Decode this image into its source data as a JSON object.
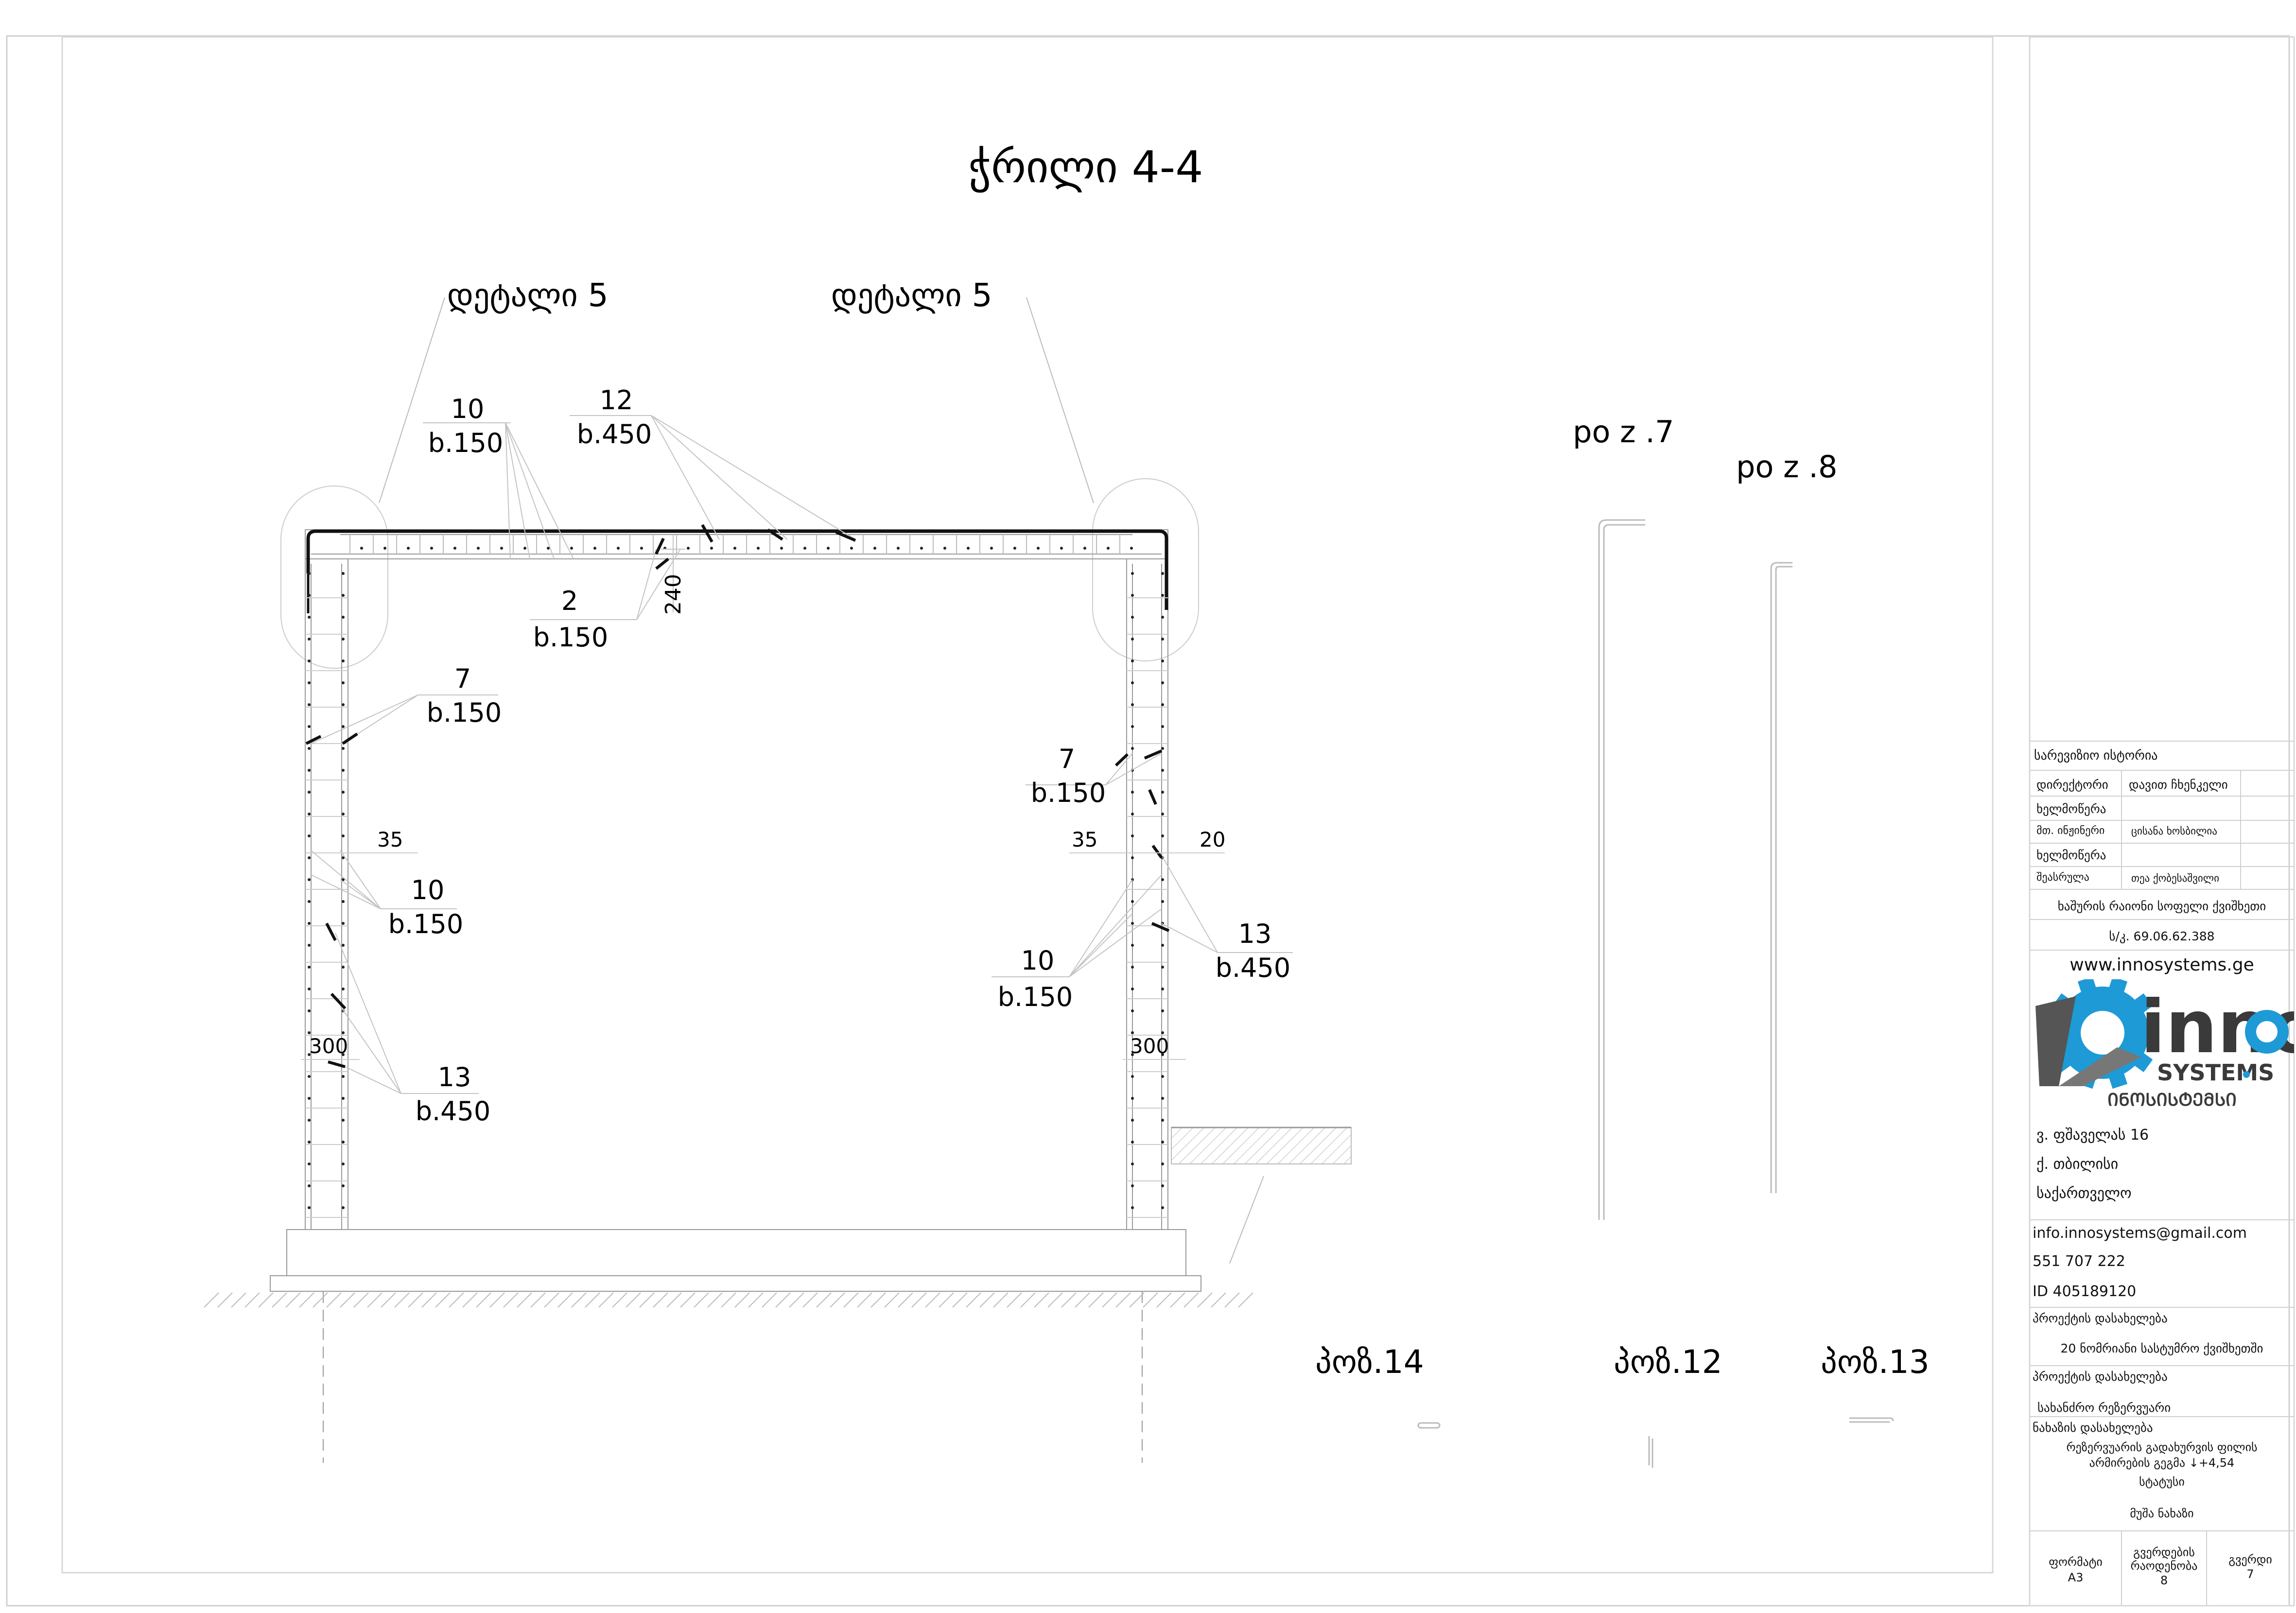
{
  "drawing": {
    "title": "ჭრილი 4-4",
    "detail_left": "დეტალი 5",
    "detail_right": "დეტალი 5",
    "callouts": [
      {
        "n": "10",
        "b": "b.150"
      },
      {
        "n": "12",
        "b": "b.450"
      },
      {
        "n": "2",
        "b": "b.150"
      },
      {
        "n": "7",
        "b": "b.150"
      },
      {
        "n": "10",
        "b": "b.150"
      },
      {
        "n": "13",
        "b": "b.450"
      },
      {
        "n": "7",
        "b": "b.150"
      },
      {
        "n": "10",
        "b": "b.150"
      },
      {
        "n": "13",
        "b": "b.450"
      }
    ],
    "dims": {
      "slab_thickness": "240",
      "d35_left": "35",
      "d300_left": "300",
      "d35_right": "35",
      "d20_right": "20",
      "d300_right": "300"
    },
    "pos_labels": [
      "po z .7",
      "po z .8"
    ],
    "bottom_labels": [
      "პოზ.14",
      "პოზ.12",
      "პოზ.13"
    ]
  },
  "title_block": {
    "history_title": "სარევიზიო ისტორია",
    "rows": [
      {
        "label": "დირექტორი",
        "value": "დავით ჩხენკელი"
      },
      {
        "label": "ხელმოწერა",
        "value": ""
      },
      {
        "label": "მთ. ინჟინერი",
        "value": "ცისანა ხოსბილია"
      },
      {
        "label": "ხელმოწერა",
        "value": ""
      },
      {
        "label": "შეასრულა",
        "value": "თეა ქობესაშვილი"
      }
    ],
    "location": "ხაშურის რაიონი სოფელი ქვიშხეთი",
    "cadastral": "ს/კ. 69.06.62.388",
    "website": "www.innosystems.ge",
    "logo_word": "inno",
    "logo_systems": "SYSTEMS",
    "logo_geo": "ᲘᲜᲝᲡᲘᲡᲢᲔᲛᲡᲘ",
    "address": [
      "ვ. ფშაველას 16",
      "ქ. თბილისი",
      "საქართველო"
    ],
    "email": "info.innosystems@gmail.com",
    "phone": "551 707 222",
    "id": "ID 405189120",
    "project_name_label": "პროექტის დასახელება",
    "project_name": "20 ნომრიანი სასტუმრო ქვიშხეთში",
    "project_name_label2": "პროექტის დასახელება",
    "project_part": "სახანძრო რეზერვუარი",
    "sheet_name_label": "ნახაზის დასახელება",
    "sheet_name_1": "რეზერვუარის გადახურვის ფილის",
    "sheet_name_2": "არმირების გეგმა ↓+4,54",
    "status_label": "სტატუსი",
    "status": "მუშა ნახაზი",
    "format_label": "ფორმატი",
    "format": "A3",
    "pages_label_1": "გვერდების",
    "pages_label_2": "რაოდენობა",
    "pages": "8",
    "page_label": "გვერდი",
    "page": "7"
  },
  "colors": {
    "accent": "#1e9ad6",
    "logo_gray": "#3a3a3a"
  }
}
